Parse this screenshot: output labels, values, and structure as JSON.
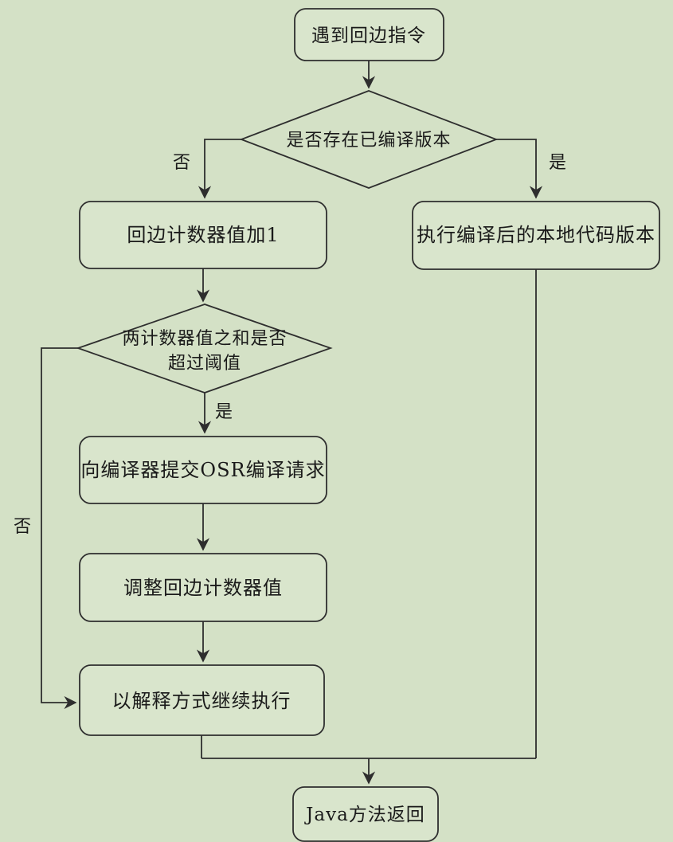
{
  "colors": {
    "background": "#d4e1c6",
    "node_fill": "#d9e5cc",
    "stroke": "#2e2e2e",
    "text": "#1a1a1a"
  },
  "nodes": {
    "start": {
      "label": "遇到回边指令"
    },
    "decision_compiled": {
      "label": "是否存在已编译版本"
    },
    "inc_counter": {
      "label": "回边计数器值加1"
    },
    "decision_threshold": {
      "line1": "两计数器值之和是否",
      "line2": "超过阈值"
    },
    "submit_osr": {
      "label": "向编译器提交OSR编译请求"
    },
    "adjust_counter": {
      "label": "调整回边计数器值"
    },
    "continue_interpret": {
      "label": "以解释方式继续执行"
    },
    "exec_native": {
      "label": "执行编译后的本地代码版本"
    },
    "java_return": {
      "label": "Java方法返回"
    }
  },
  "edge_labels": {
    "compiled_no": "否",
    "compiled_yes": "是",
    "threshold_yes": "是",
    "threshold_no": "否"
  }
}
